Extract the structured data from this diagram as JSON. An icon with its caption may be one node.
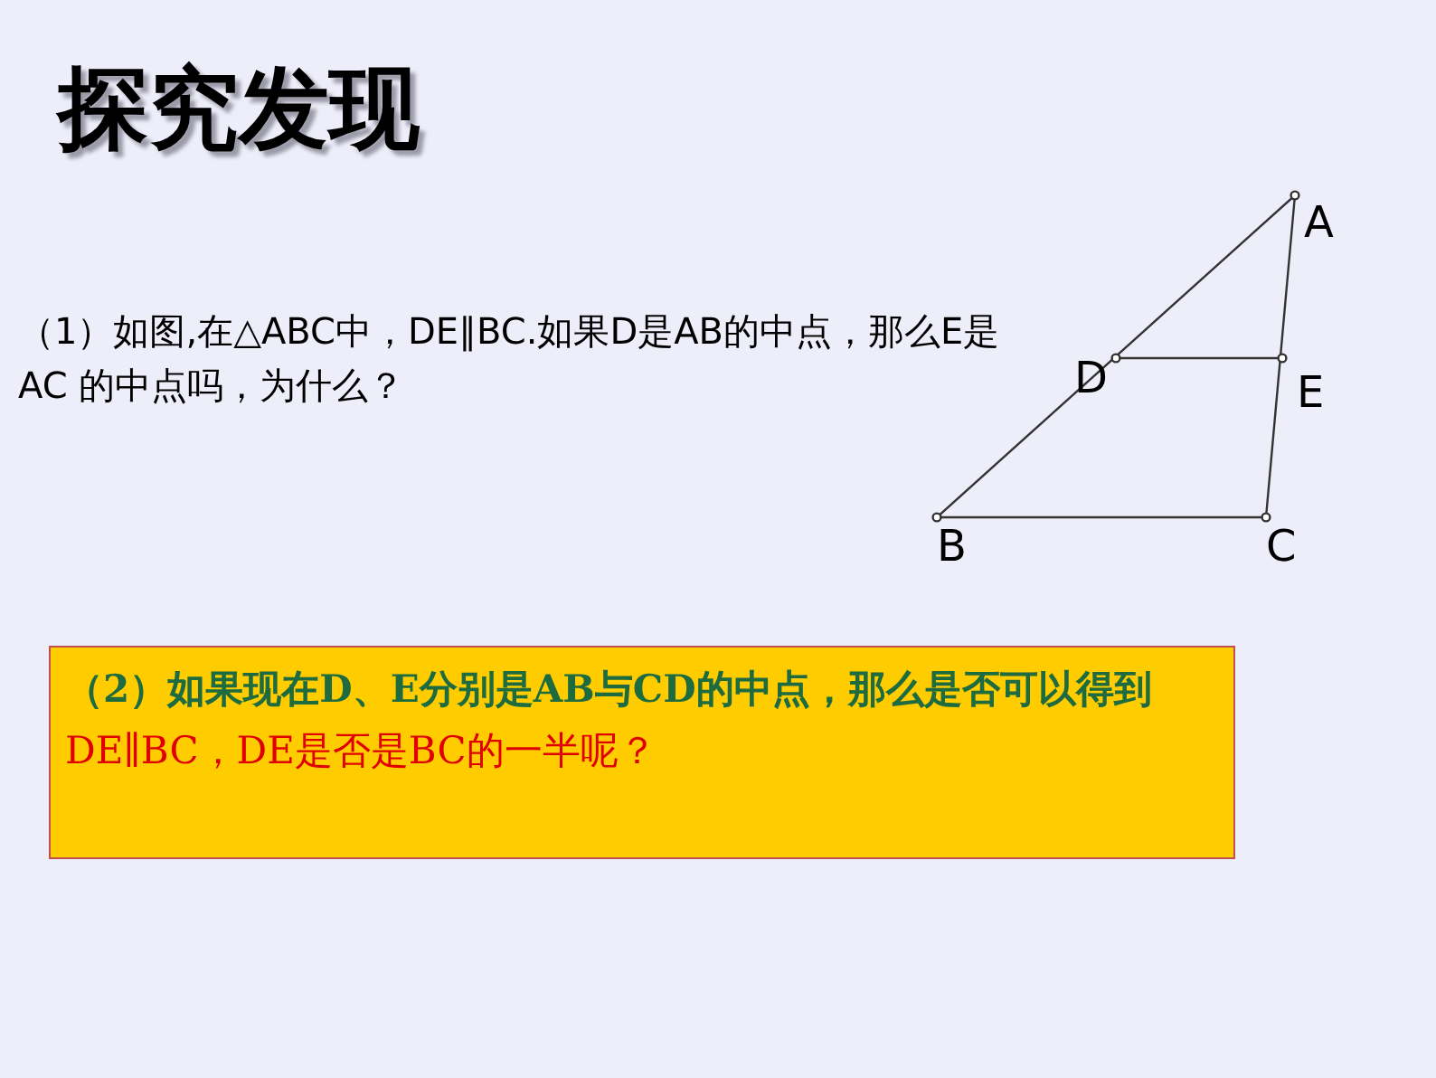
{
  "diagram": {
    "title": "探究发现",
    "nodes": [
      {
        "text": [
          "（2）如果现在D、E分别是AB与CD的中点，那么是否可以得到",
          "DE∥BC，DE是否是BC的一半呢？"
        ]
      }
    ],
    "labels": [
      "（1）如图,在△ABC中，DE∥BC.如果D是AB的中点，那么E是AC 的中点吗，为什么？",
      "A",
      "D",
      "E",
      "B",
      "C"
    ]
  }
}
